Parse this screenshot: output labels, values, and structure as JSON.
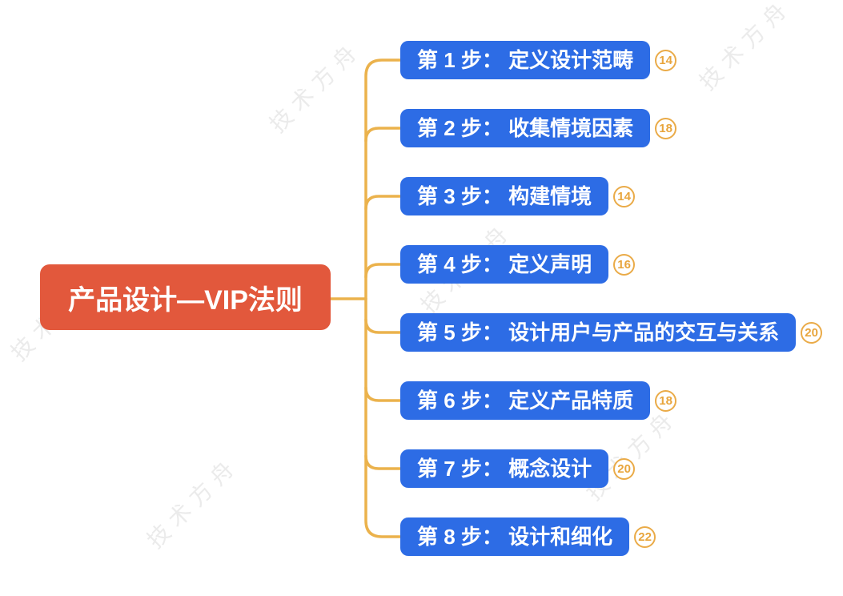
{
  "root": {
    "label": "产品设计—VIP法则"
  },
  "nodes": [
    {
      "label": "第 1 步： 定义设计范畴",
      "badge": "14"
    },
    {
      "label": "第 2 步： 收集情境因素",
      "badge": "18"
    },
    {
      "label": "第 3 步： 构建情境",
      "badge": "14"
    },
    {
      "label": "第 4 步： 定义声明",
      "badge": "16"
    },
    {
      "label": "第 5 步： 设计用户与产品的交互与关系",
      "badge": "20"
    },
    {
      "label": "第 6 步： 定义产品特质",
      "badge": "18"
    },
    {
      "label": "第 7 步： 概念设计",
      "badge": "20"
    },
    {
      "label": "第 8 步： 设计和细化",
      "badge": "22"
    }
  ],
  "watermark": {
    "text": "技术方舟"
  },
  "colors": {
    "root_bg": "#e2583c",
    "node_bg": "#2d6ce5",
    "node_text": "#ffffff",
    "connector": "#ebb24c",
    "badge_border": "#eaab48",
    "badge_text": "#e8a53c",
    "watermark": "#ebebeb"
  }
}
